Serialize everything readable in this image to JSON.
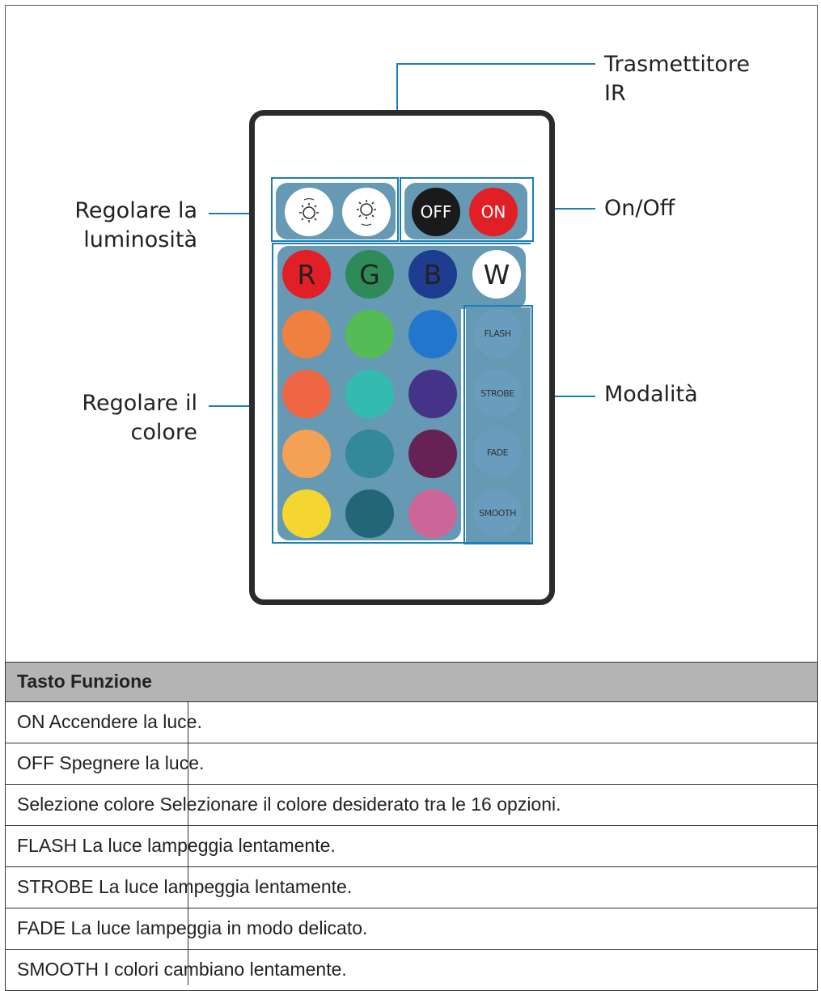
{
  "labels": {
    "transmitter_line1": "Trasmettitore",
    "transmitter_line2": "IR",
    "brightness_line1": "Regolare la",
    "brightness_line2": "luminosità",
    "onoff": "On/Off",
    "color_line1": "Regolare il",
    "color_line2": "colore",
    "modes": "Modalità"
  },
  "remote": {
    "off": "OFF",
    "on": "ON",
    "rgbw": [
      {
        "label": "R",
        "color": "#e01f26"
      },
      {
        "label": "G",
        "color": "#2e8b57"
      },
      {
        "label": "B",
        "color": "#1f3d8f"
      },
      {
        "label": "W",
        "color": "#ffffff"
      }
    ],
    "color_grid": [
      [
        "#f08040",
        "#55bb55",
        "#2277cc"
      ],
      [
        "#ee6644",
        "#33bbb0",
        "#443388"
      ],
      [
        "#f4a055",
        "#338899",
        "#662255"
      ],
      [
        "#f5d630",
        "#226677",
        "#cc6699"
      ]
    ],
    "modes": [
      "FLASH",
      "STROBE",
      "FADE",
      "SMOOTH"
    ],
    "colors": {
      "panel": "#6699b3",
      "outline": "#1a7fb5",
      "off_button": "#1a1a1a",
      "on_button": "#e01f26",
      "mode_button": "#6a9dbd"
    }
  },
  "table": {
    "header": "Tasto  Funzione",
    "rows": [
      "ON Accendere la luce.",
      "OFF Spegnere la luce.",
      "Selezione colore Selezionare il colore desiderato tra le 16 opzioni.",
      "FLASH La luce lampeggia lentamente.",
      "STROBE La luce lampeggia lentamente.",
      "FADE La luce lampeggia in modo delicato.",
      "SMOOTH I colori cambiano lentamente."
    ]
  }
}
